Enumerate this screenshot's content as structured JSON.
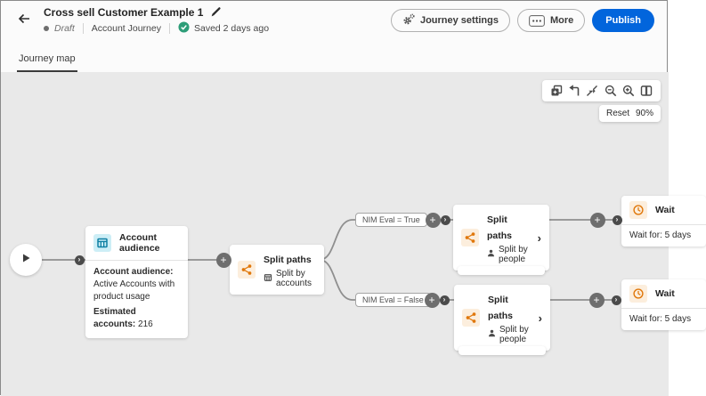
{
  "header": {
    "title": "Cross sell Customer Example 1",
    "status": "Draft",
    "journey_type": "Account Journey",
    "saved": "Saved 2 days ago",
    "buttons": {
      "settings": "Journey settings",
      "more": "More",
      "publish": "Publish"
    }
  },
  "tab": {
    "label": "Journey map"
  },
  "toolbar": {
    "icons": [
      "duplicate-icon",
      "auto-arrange-icon",
      "collapse-icon",
      "zoom-out-icon",
      "zoom-in-icon",
      "minimap-icon"
    ],
    "reset": "Reset",
    "zoom_level": "90%"
  },
  "journey": {
    "audience": {
      "title": "Account audience",
      "desc_label": "Account audience:",
      "desc_value": "Active Accounts with product usage",
      "estimated_label": "Estimated accounts:",
      "estimated_value": "216"
    },
    "split_accounts": {
      "title": "Split paths",
      "subtitle": "Split by accounts"
    },
    "branch_true": {
      "label": "NIM Eval = True"
    },
    "branch_false": {
      "label": "NIM Eval = False"
    },
    "split_people_true": {
      "title": "Split paths",
      "subtitle": "Split by people"
    },
    "split_people_false": {
      "title": "Split paths",
      "subtitle": "Split by people"
    },
    "wait_true": {
      "title": "Wait",
      "detail": "Wait for: 5 days"
    },
    "wait_false": {
      "title": "Wait",
      "detail": "Wait for: 5 days"
    }
  },
  "colors": {
    "accent_blue": "#0265dc",
    "action_orange": "#e0770a",
    "audience_teal": "#0d7fa3",
    "saved_green": "#2d9d78",
    "canvas_gray": "#e9e9e9"
  }
}
